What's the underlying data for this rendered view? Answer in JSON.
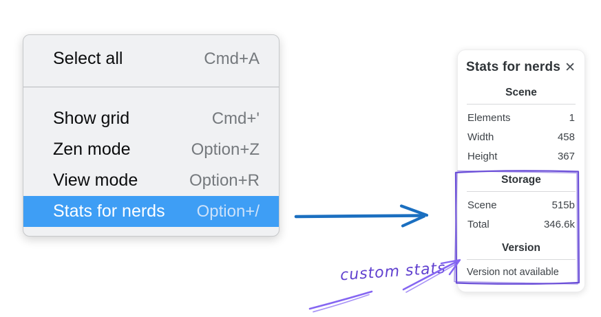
{
  "menu": {
    "items": [
      {
        "label": "Select all",
        "shortcut": "Cmd+A",
        "selected": false
      },
      {
        "label": "Show grid",
        "shortcut": "Cmd+'",
        "selected": false
      },
      {
        "label": "Zen mode",
        "shortcut": "Option+Z",
        "selected": false
      },
      {
        "label": "View mode",
        "shortcut": "Option+R",
        "selected": false
      },
      {
        "label": "Stats for nerds",
        "shortcut": "Option+/",
        "selected": true
      }
    ]
  },
  "stats_panel": {
    "title": "Stats for nerds",
    "close_glyph": "✕",
    "sections": [
      {
        "header": "Scene",
        "rows": [
          {
            "label": "Elements",
            "value": "1"
          },
          {
            "label": "Width",
            "value": "458"
          },
          {
            "label": "Height",
            "value": "367"
          }
        ]
      },
      {
        "header": "Storage",
        "rows": [
          {
            "label": "Scene",
            "value": "515b"
          },
          {
            "label": "Total",
            "value": "346.6k"
          }
        ]
      },
      {
        "header": "Version",
        "note": "Version not available"
      }
    ]
  },
  "annotation": {
    "label": "custom stats"
  },
  "colors": {
    "menu_highlight": "#3e9ef5",
    "arrow_blue": "#1b6fc0",
    "box_violet": "#6b4fd8",
    "sketch_violet": "#8566f2",
    "annotation_violet": "#6040cf"
  }
}
